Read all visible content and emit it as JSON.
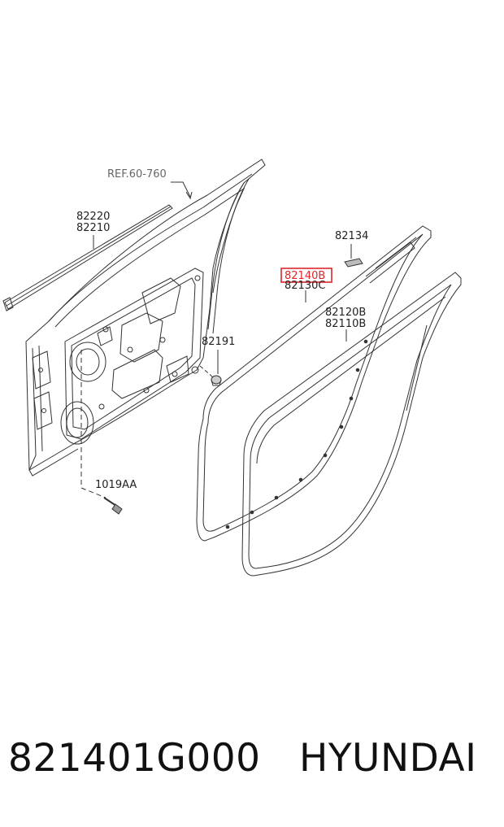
{
  "labels": {
    "ref": "REF.60-760",
    "p82220": "82220",
    "p82210": "82210",
    "p82134": "82134",
    "p82140b": "82140B",
    "p82130c": "82130C",
    "p82120b": "82120B",
    "p82110b": "82110B",
    "p82191": "82191",
    "p1019aa": "1019AA"
  },
  "caption": {
    "part_number": "821401G000",
    "brand": "HYUNDAI"
  },
  "colors": {
    "highlight": "#e0262a",
    "line": "#333333"
  }
}
